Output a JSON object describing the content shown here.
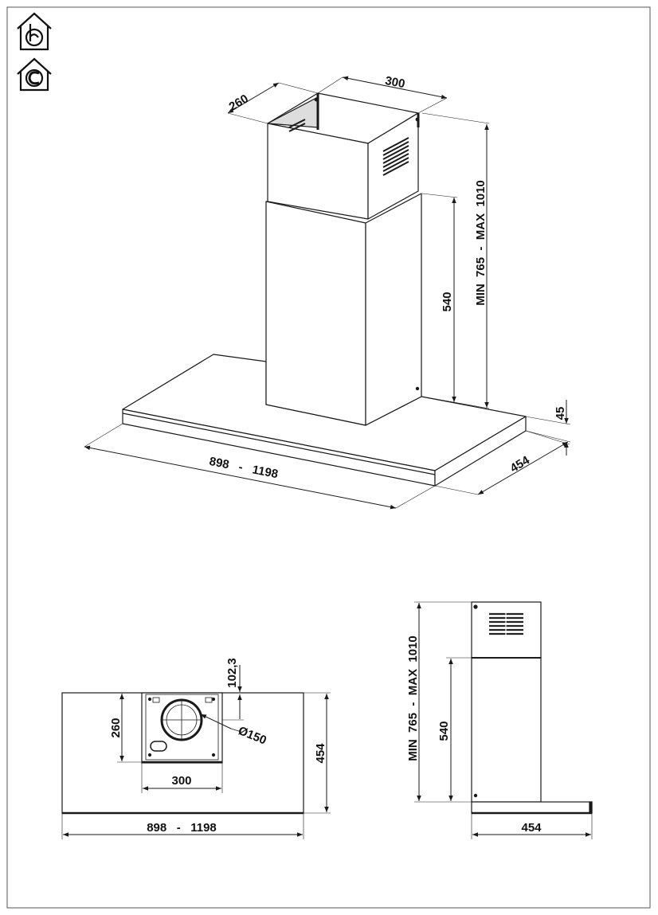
{
  "icons": [
    {
      "name": "ducted-extraction-icon",
      "glyph": "b"
    },
    {
      "name": "recirculation-icon",
      "glyph": "c"
    }
  ],
  "views": {
    "iso": {
      "duct_depth": "260",
      "duct_width": "300",
      "lower_duct_height": "540",
      "total_height": "MIN  765  -  MAX  1010",
      "canopy_thickness": "45",
      "canopy_depth": "454",
      "canopy_width": "898   -   1198"
    },
    "plan": {
      "offset": "102,3",
      "duct_depth": "260",
      "duct_width": "300",
      "outlet_diameter": "Ø150",
      "canopy_depth": "454",
      "canopy_width": "898   -   1198"
    },
    "side": {
      "total_height": "MIN  765  -  MAX  1010",
      "lower_duct_height": "540",
      "canopy_depth": "454"
    }
  },
  "colors": {
    "line": "#1a1a1a",
    "grille": "#222222",
    "border": "#555555"
  }
}
